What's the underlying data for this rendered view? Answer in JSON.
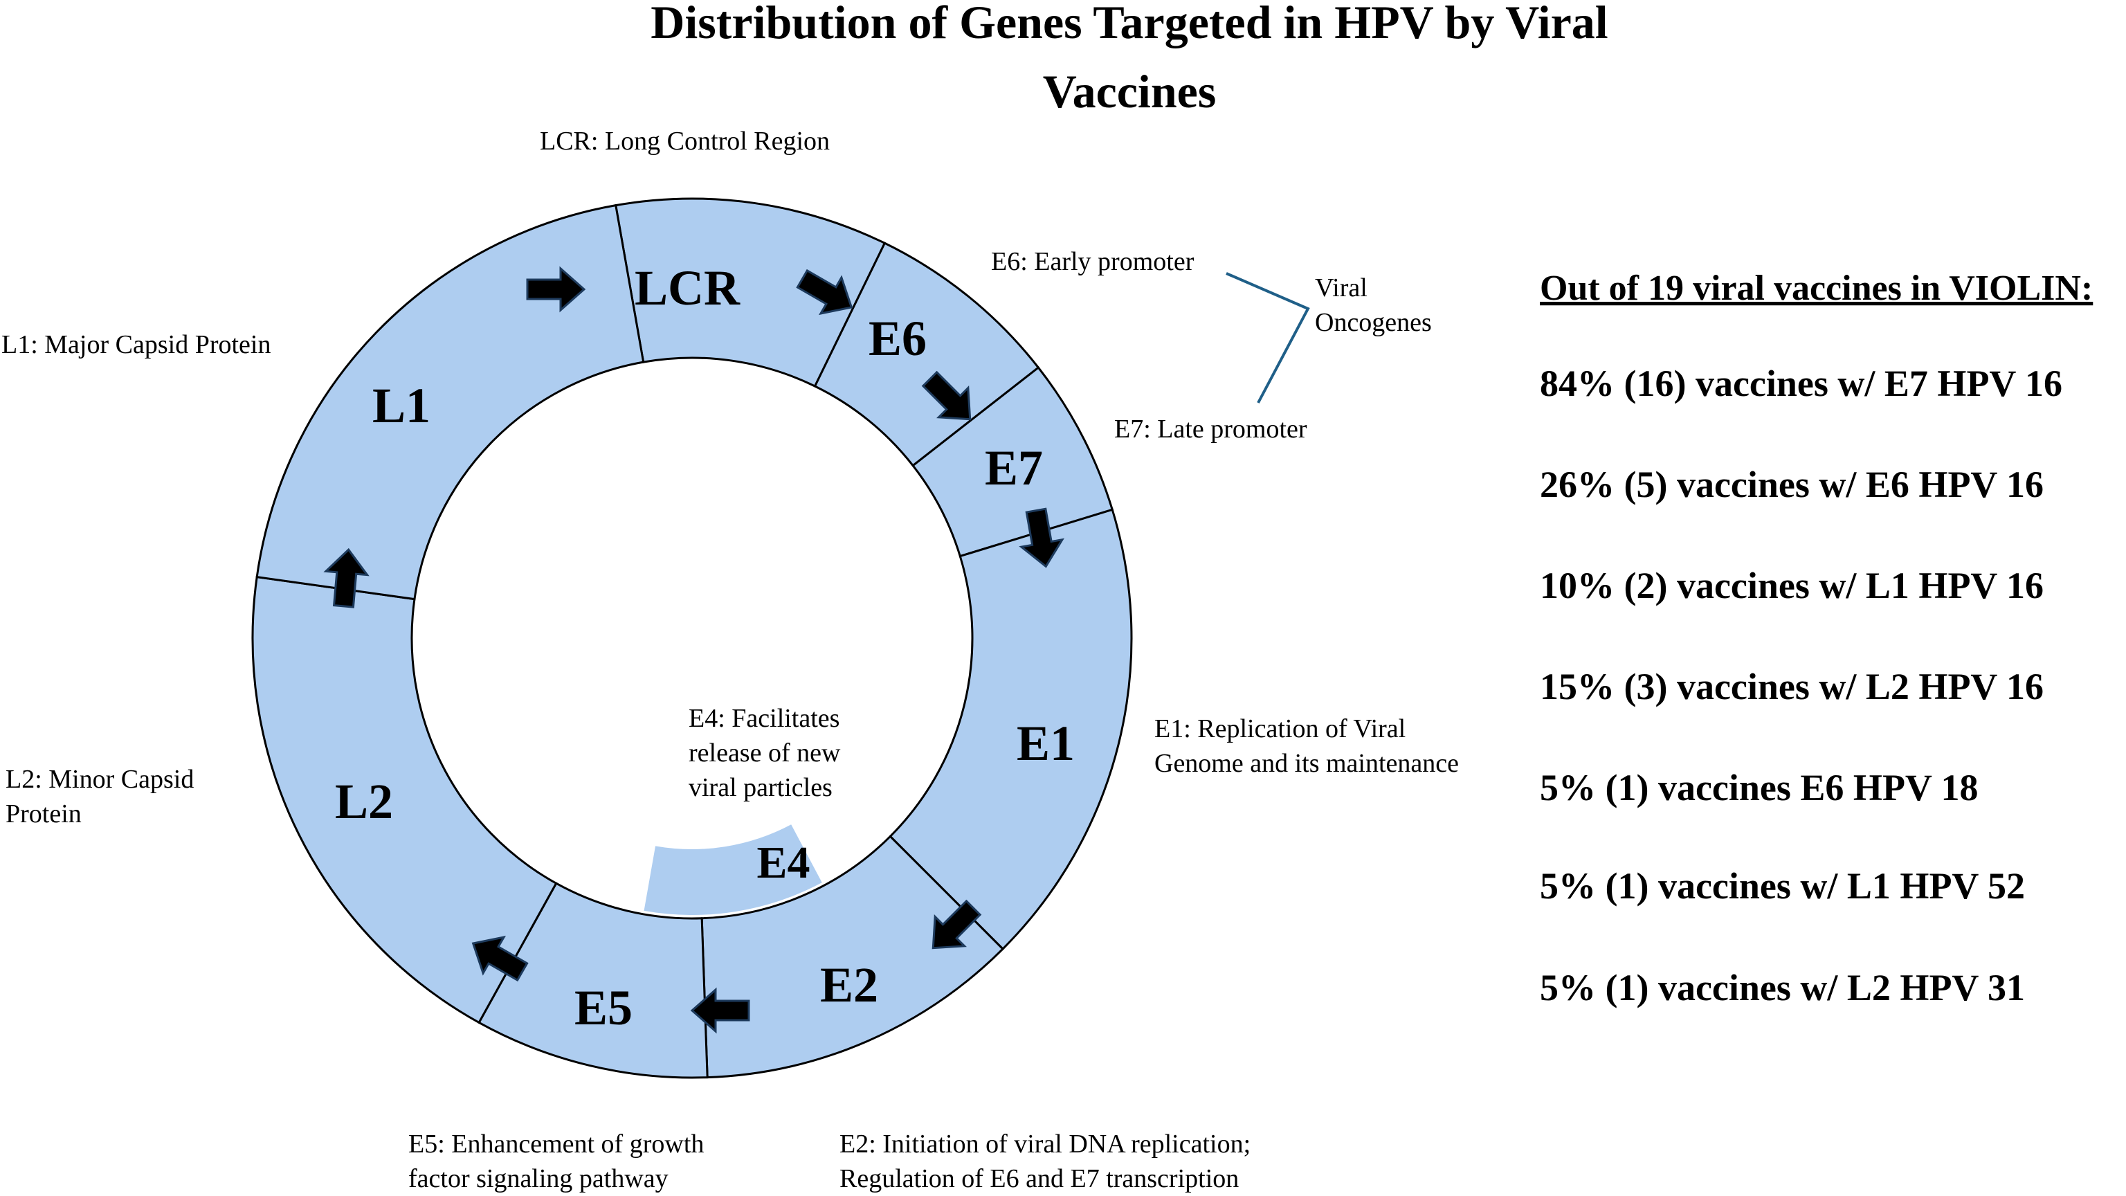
{
  "title": {
    "line1": "Distribution of Genes Targeted in HPV by Viral",
    "line2": "Vaccines"
  },
  "segments": {
    "LCR": "LCR",
    "E6": "E6",
    "E7": "E7",
    "E1": "E1",
    "E2": "E2",
    "E5": "E5",
    "L2": "L2",
    "L1": "L1",
    "E4": "E4"
  },
  "descriptions": {
    "lcr": "LCR: Long Control Region",
    "e6": "E6: Early promoter",
    "e7": "E7: Late promoter",
    "oncogenes_line1": "Viral",
    "oncogenes_line2": "Oncogenes",
    "l1": "L1: Major Capsid Protein",
    "l2_line1": "L2: Minor Capsid",
    "l2_line2": "Protein",
    "e1_line1": "E1: Replication of Viral",
    "e1_line2": "Genome and its maintenance",
    "e4_line1": "E4: Facilitates",
    "e4_line2": "release of new",
    "e4_line3": "viral particles",
    "e5_line1": "E5: Enhancement of growth",
    "e5_line2": "factor signaling pathway",
    "e2_line1": "E2: Initiation of viral DNA replication;",
    "e2_line2": "Regulation of E6 and E7 transcription"
  },
  "stats": {
    "heading": "Out of 19 viral vaccines in VIOLIN:",
    "items": [
      "84% (16) vaccines w/ E7 HPV 16",
      "26% (5) vaccines w/ E6 HPV 16",
      "10% (2) vaccines w/ L1 HPV 16",
      "15% (3) vaccines w/ L2 HPV 16",
      "5% (1) vaccines E6 HPV 18",
      "5% (1) vaccines w/ L1 HPV 52",
      "5% (1) vaccines w/ L2 HPV 31"
    ]
  },
  "colors": {
    "segment_fill": "#aecdf0",
    "outline": "#000000",
    "bracket": "#1f5f88"
  }
}
